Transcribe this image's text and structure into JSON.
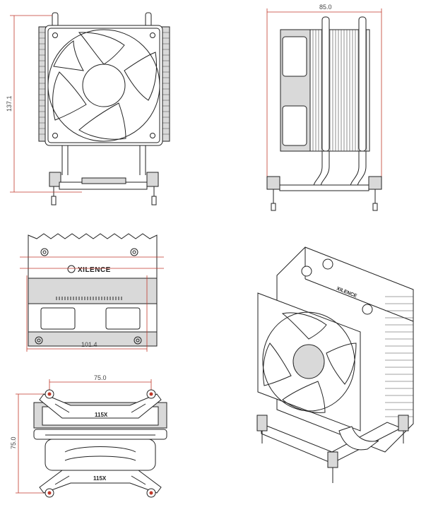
{
  "colors": {
    "dimension_line": "#c0392b",
    "outline": "#222222",
    "fill": "#d9d9d9"
  },
  "dimensions": {
    "front_height": "137.1",
    "side_width": "85.0",
    "top_width": "101.4",
    "bracket_width": "75.0",
    "bracket_height": "75.0"
  },
  "labels": {
    "brand": "XILENCE",
    "bracket_top": "115X",
    "bracket_bottom": "115X",
    "iso_brand": "XILENCE"
  }
}
